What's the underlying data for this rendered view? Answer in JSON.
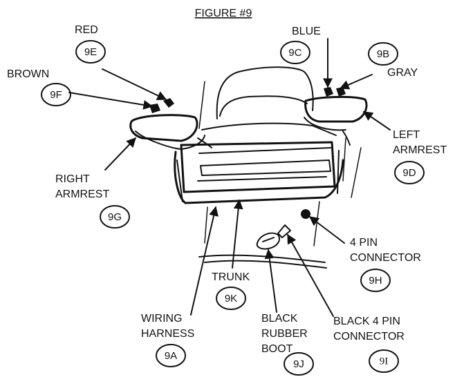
{
  "figure": {
    "title": "FIGURE #9"
  },
  "labels": {
    "red": "RED",
    "brown": "BROWN",
    "blue": "BLUE",
    "gray": "GRAY",
    "left_armrest": [
      "LEFT",
      "ARMREST"
    ],
    "right_armrest": [
      "RIGHT",
      "ARMREST"
    ],
    "four_pin": [
      "4 PIN",
      "CONNECTOR"
    ],
    "trunk": "TRUNK",
    "wiring_harness": [
      "WIRING",
      "HARNESS"
    ],
    "black_rubber_boot": [
      "BLACK",
      "RUBBER",
      "BOOT"
    ],
    "black_four_pin": [
      "BLACK 4 PIN",
      "CONNECTOR"
    ]
  },
  "codes": {
    "e": "9E",
    "f": "9F",
    "c": "9C",
    "b": "9B",
    "d": "9D",
    "g": "9G",
    "h": "9H",
    "k": "9K",
    "a": "9A",
    "j": "9J",
    "i": "9I"
  }
}
